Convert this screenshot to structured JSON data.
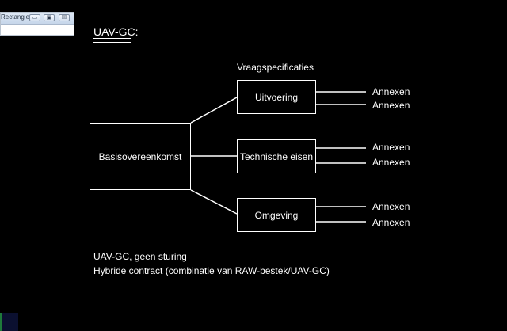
{
  "mini_window": {
    "title": "Rectangle",
    "min_glyph": "▭",
    "max_glyph": "▣",
    "close_glyph": "☒"
  },
  "heading": "UAV-GC:",
  "vraag_label": "Vraagspecificaties",
  "main_box": "Basisovereenkomst",
  "branches": [
    {
      "label": "Uitvoering",
      "annex": [
        "Annexen",
        "Annexen"
      ]
    },
    {
      "label": "Technische eisen",
      "annex": [
        "Annexen",
        "Annexen"
      ]
    },
    {
      "label": "Omgeving",
      "annex": [
        "Annexen",
        "Annexen"
      ]
    }
  ],
  "footer": [
    "UAV-GC, geen sturing",
    "Hybride contract (combinatie van RAW-bestek/UAV-GC)"
  ],
  "colors": {
    "background": "#000000",
    "foreground": "#ffffff"
  }
}
